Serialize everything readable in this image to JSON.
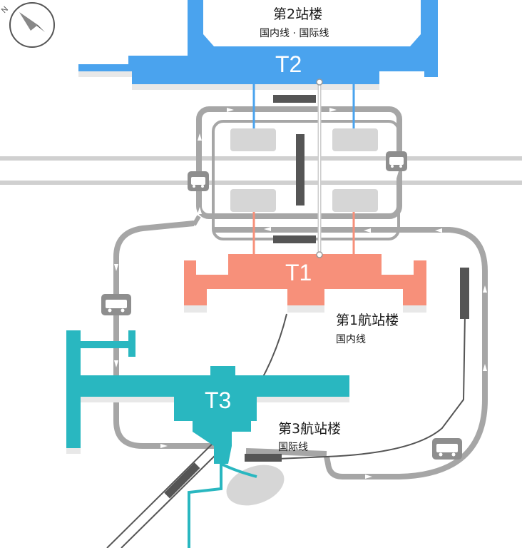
{
  "compass": {
    "north_label": "N"
  },
  "terminals": [
    {
      "id": "t2",
      "code": "T2",
      "name": "第2站楼",
      "service": "国内线 · 国际线",
      "color": "#4aa3ee"
    },
    {
      "id": "t1",
      "code": "T1",
      "name": "第1航站楼",
      "service": "国内线",
      "color": "#f7907a"
    },
    {
      "id": "t3",
      "code": "T3",
      "name": "第3航站楼",
      "service": "国际线",
      "color": "#29b7c0"
    }
  ],
  "colors": {
    "road": "#a6a6a6",
    "rail": "#cfcfcf",
    "train": "#555555",
    "parking": "#d6d6d6",
    "bus_stop": "#8e8e8e",
    "arrow": "#ffffff"
  },
  "icons": {
    "bus_stops": [
      "bus-stop-icon",
      "bus-stop-icon",
      "bus-stop-icon",
      "bus-stop-icon"
    ],
    "compass": "compass-icon"
  }
}
